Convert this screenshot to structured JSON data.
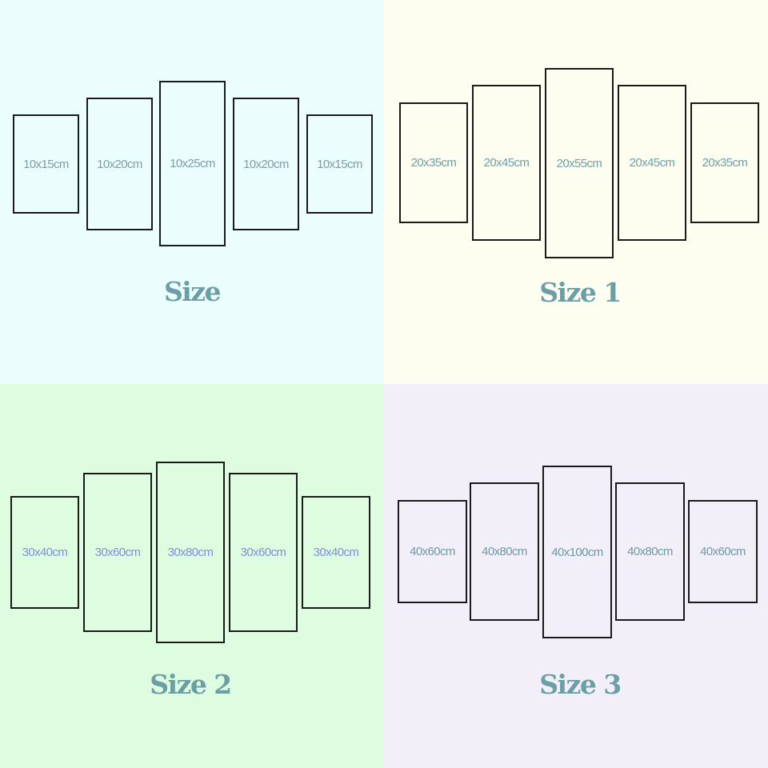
{
  "quadrants": [
    {
      "title": "Size",
      "background": "#ecfdfd",
      "label_color": "#7a9ea6",
      "panels": [
        "10x15cm",
        "10x20cm",
        "10x25cm",
        "10x20cm",
        "10x15cm"
      ]
    },
    {
      "title": "Size 1",
      "background": "#fefef0",
      "label_color": "#6e9ea6",
      "panels": [
        "20x35cm",
        "20x45cm",
        "20x55cm",
        "20x45cm",
        "20x35cm"
      ]
    },
    {
      "title": "Size 2",
      "background": "#defcdf",
      "label_color": "#7d8fe0",
      "panels": [
        "30x40cm",
        "30x60cm",
        "30x80cm",
        "30x60cm",
        "30x40cm"
      ]
    },
    {
      "title": "Size 3",
      "background": "#f2eff9",
      "label_color": "#6c9aa6",
      "panels": [
        "40x60cm",
        "40x80cm",
        "40x100cm",
        "40x80cm",
        "40x60cm"
      ]
    }
  ]
}
